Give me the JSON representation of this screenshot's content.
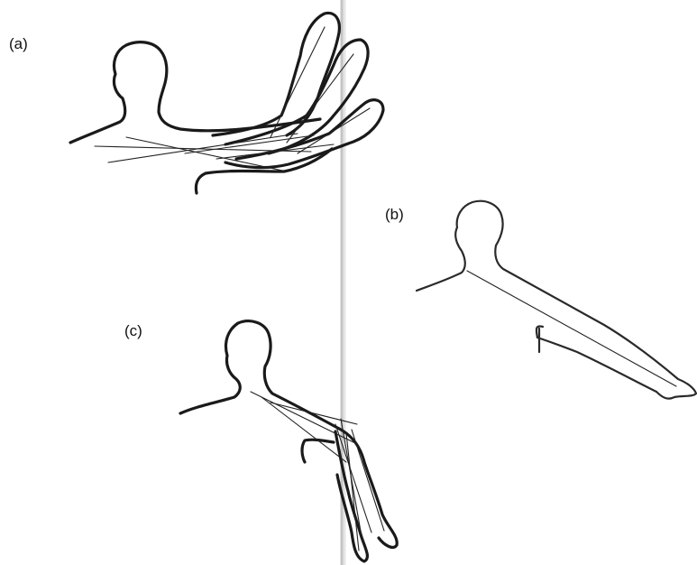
{
  "figure": {
    "panels": [
      {
        "id": "a",
        "label": "(a)"
      },
      {
        "id": "b",
        "label": "(b)"
      },
      {
        "id": "c",
        "label": "(c)"
      }
    ]
  },
  "colors": {
    "ink": "#1a1a1a",
    "background": "#ffffff",
    "page_fold": "#c4c4c4"
  }
}
